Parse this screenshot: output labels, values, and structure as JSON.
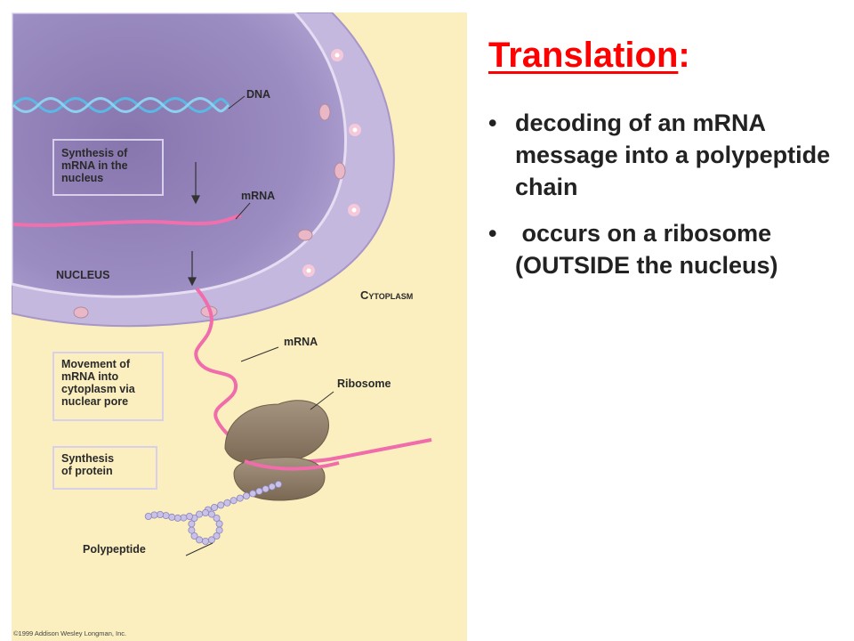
{
  "slide": {
    "title": "Translation",
    "title_colon": ":",
    "bullets": [
      {
        "text": "decoding of an mRNA message into a polypeptide chain"
      },
      {
        "text": " occurs on a ribosome (OUTSIDE the nucleus)"
      }
    ],
    "bullet_symbol": "•"
  },
  "figure": {
    "labels": {
      "dna": "DNA",
      "mrna_top": "mRNA",
      "nucleus": "NUCLEUS",
      "cytoplasm": "Cytoplasm",
      "mrna_lower": "mRNA",
      "ribosome": "Ribosome",
      "polypeptide": "Polypeptide"
    },
    "boxes": {
      "synthesis_mrna": [
        "Synthesis of",
        "mRNA in the",
        "nucleus"
      ],
      "movement_mrna": [
        "Movement of",
        "mRNA into",
        "cytoplasm via",
        "nuclear pore"
      ],
      "synthesis_protein": [
        "Synthesis",
        "of protein"
      ]
    },
    "copyright": "©1999 Addison Wesley Longman, Inc.",
    "colors": {
      "cytoplasm_bg": "#fbefbf",
      "nuclear_envelope": "#b9a9d4",
      "nucleus_interior": "#9283b9",
      "dna": "#57b7e3",
      "mrna": "#f06cab",
      "ribosome": "#8c7a64",
      "polypeptide": "#c8c1e8",
      "title_red": "#ff0000"
    }
  }
}
